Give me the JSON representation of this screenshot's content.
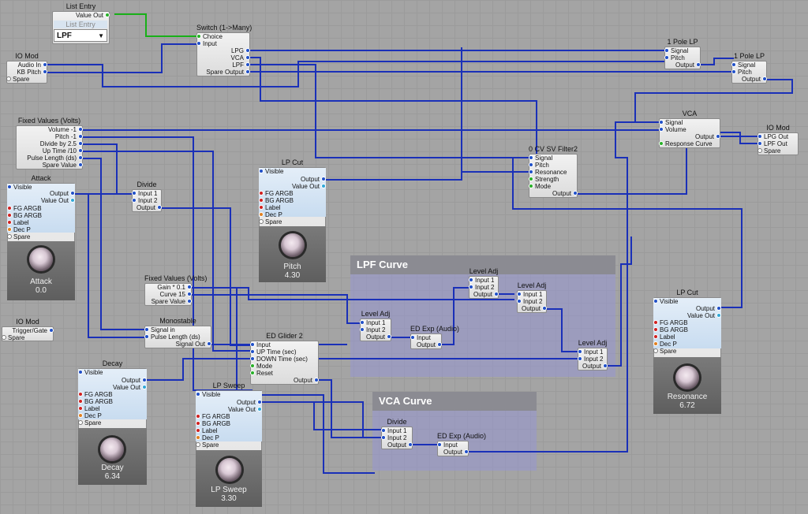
{
  "groups": {
    "lpf_curve": {
      "title": "LPF Curve"
    },
    "vca_curve": {
      "title": "VCA Curve"
    }
  },
  "modules": {
    "list_entry": {
      "title": "List Entry",
      "value_out": "Value Out",
      "inner_label": "List Entry",
      "selected": "LPF"
    },
    "io_mod_1": {
      "title": "IO Mod",
      "audio_in": "Audio In",
      "kb_pitch": "KB Pitch",
      "spare": "Spare"
    },
    "switch": {
      "title": "Switch (1->Many)",
      "choice": "Choice",
      "input": "Input",
      "lpg": "LPG",
      "vca": "VCA",
      "lpf": "LPF",
      "spare_output": "Spare Output"
    },
    "one_pole_lp_1": {
      "title": "1 Pole LP",
      "signal": "Signal",
      "pitch": "Pitch",
      "output": "Output"
    },
    "one_pole_lp_2": {
      "title": "1 Pole LP",
      "signal": "Signal",
      "pitch": "Pitch",
      "output": "Output"
    },
    "fixed_values_1": {
      "title": "Fixed Values (Volts)",
      "rows": [
        "Volume -1",
        "Pitch -1",
        "Divide by 2.5",
        "Up Time /10",
        "Pulse Length (ds)",
        "Spare Value"
      ]
    },
    "vca": {
      "title": "VCA",
      "signal": "Signal",
      "volume": "Volume",
      "output": "Output",
      "response_curve": "Response Curve"
    },
    "io_mod_out": {
      "title": "IO Mod",
      "lpg_out": "LPG Out",
      "lpf_out": "LPF Out",
      "spare": "Spare"
    },
    "attack": {
      "title": "Attack",
      "visible": "Visible",
      "output": "Output",
      "value_out": "Value Out",
      "fg": "FG ARGB",
      "bg": "BG ARGB",
      "label": "Label",
      "dec_p": "Dec P",
      "spare": "Spare",
      "knob_label": "Attack",
      "knob_value": "0.0"
    },
    "divide_1": {
      "title": "Divide",
      "input1": "Input 1",
      "input2": "Input 2",
      "output": "Output"
    },
    "lp_cut_1": {
      "title": "LP Cut",
      "visible": "Visible",
      "output": "Output",
      "value_out": "Value Out",
      "fg": "FG ARGB",
      "bg": "BG ARGB",
      "label": "Label",
      "dec_p": "Dec P",
      "spare": "Spare",
      "knob_label": "Pitch",
      "knob_value": "4.30"
    },
    "sv_filter": {
      "title": "0 CV SV Filter2",
      "signal": "Signal",
      "pitch": "Pitch",
      "resonance": "Resonance",
      "strength": "Strength",
      "mode": "Mode",
      "output": "Output"
    },
    "level_adj_1": {
      "title": "Level Adj",
      "input1": "Input 1",
      "input2": "Input 2",
      "output": "Output"
    },
    "level_adj_2": {
      "title": "Level Adj",
      "input1": "Input 1",
      "input2": "Input 2",
      "output": "Output"
    },
    "level_adj_3": {
      "title": "Level Adj",
      "input1": "Input 1",
      "input2": "Input 2",
      "output": "Output"
    },
    "level_adj_4": {
      "title": "Level Adj",
      "input1": "Input 1",
      "input2": "Input 2",
      "output": "Output"
    },
    "ed_exp_1": {
      "title": "ED Exp (Audio)",
      "input": "Input",
      "output": "Output"
    },
    "fixed_values_2": {
      "title": "Fixed Values (Volts)",
      "rows": [
        "Gain * 0.1",
        "Curve 15",
        "Spare Value"
      ]
    },
    "io_mod_2": {
      "title": "IO Mod",
      "trigger": "Trigger/Gate",
      "spare": "Spare"
    },
    "monostable": {
      "title": "Monostable",
      "signal_in": "Signal in",
      "pulse_length": "Pulse Length (ds)",
      "signal_out": "Signal Out"
    },
    "ed_glider": {
      "title": "ED Glider 2",
      "input": "Input",
      "up_time": "UP Time (sec)",
      "down_time": "DOWN Time (sec)",
      "mode": "Mode",
      "reset": "Reset",
      "output": "Output"
    },
    "lp_cut_2": {
      "title": "LP Cut",
      "visible": "Visible",
      "output": "Output",
      "value_out": "Value Out",
      "fg": "FG ARGB",
      "bg": "BG ARGB",
      "label": "Label",
      "dec_p": "Dec P",
      "spare": "Spare",
      "knob_label": "Resonance",
      "knob_value": "6.72"
    },
    "decay": {
      "title": "Decay",
      "visible": "Visible",
      "output": "Output",
      "value_out": "Value Out",
      "fg": "FG ARGB",
      "bg": "BG ARGB",
      "label": "Label",
      "dec_p": "Dec P",
      "spare": "Spare",
      "knob_label": "Decay",
      "knob_value": "6.34"
    },
    "lp_sweep": {
      "title": "LP Sweep",
      "visible": "Visible",
      "output": "Output",
      "value_out": "Value Out",
      "fg": "FG ARGB",
      "bg": "BG ARGB",
      "label": "Label",
      "dec_p": "Dec P",
      "spare": "Spare",
      "knob_label": "LP Sweep",
      "knob_value": "3.30"
    },
    "divide_2": {
      "title": "Divide",
      "input1": "Input 1",
      "input2": "Input 2",
      "output": "Output"
    },
    "ed_exp_2": {
      "title": "ED Exp (Audio)",
      "input": "Input",
      "output": "Output"
    }
  },
  "colors": {
    "wire": "#1a30b8",
    "choice_wire": "#18b018",
    "port": "#2050c8",
    "group_fill": "#9696d2",
    "canvas": "#a4a4a4"
  }
}
